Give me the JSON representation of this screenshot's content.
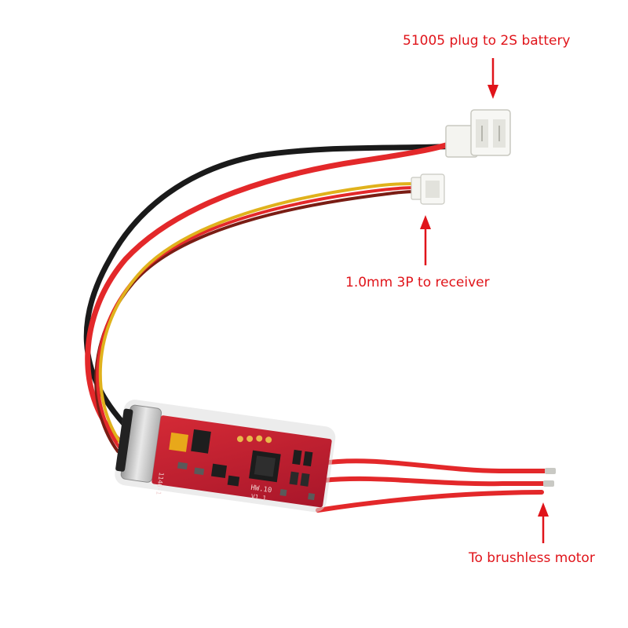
{
  "annotations": {
    "battery_plug": "51005 plug to 2S battery",
    "receiver_plug": "1.0mm 3P to receiver",
    "motor_leads": "To brushless motor"
  },
  "board_markings": {
    "model": "HW.10",
    "version": "V1.1",
    "code": "1146-1"
  },
  "colors": {
    "annotation_text": "#e0141a",
    "arrow": "#e0141a",
    "wire_red": "#e3282a",
    "wire_black": "#1a1a1a",
    "wire_yellow": "#e0b21c",
    "wire_brown": "#7a1d14",
    "pcb": "#c4222e",
    "connector": "#f4f4f0"
  }
}
